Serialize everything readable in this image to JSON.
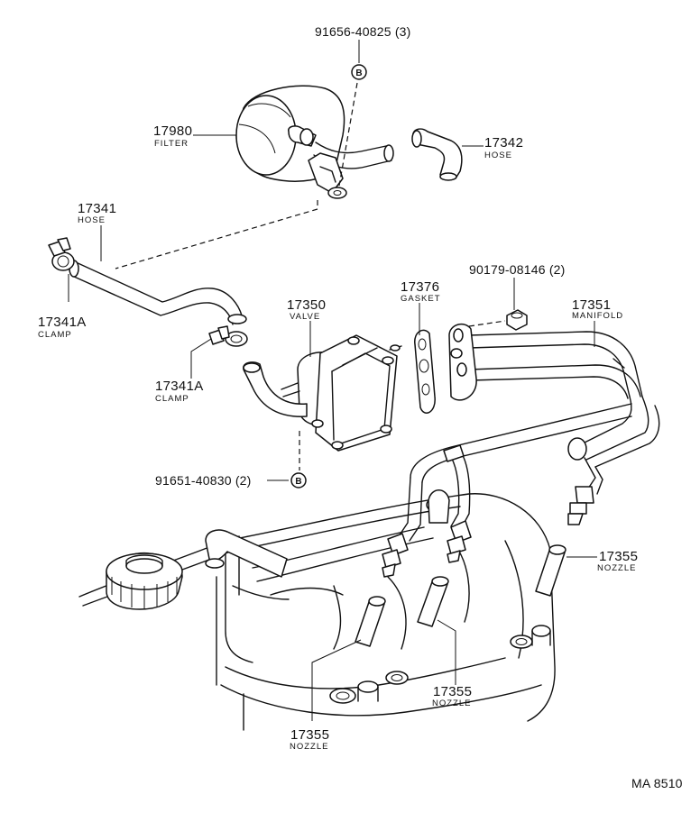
{
  "labels": {
    "bolt_top": "91656-40825 (3)",
    "filter_no": "17980",
    "filter_name": "FILTER",
    "hose2_no": "17342",
    "hose2_name": "HOSE",
    "hose1_no": "17341",
    "hose1_name": "HOSE",
    "clamp1_no": "17341A",
    "clamp1_name": "CLAMP",
    "clamp2_no": "17341A",
    "clamp2_name": "CLAMP",
    "valve_no": "17350",
    "valve_name": "VALVE",
    "gasket_no": "17376",
    "gasket_name": "GASKET",
    "nut": "90179-08146 (2)",
    "manifold_no": "17351",
    "manifold_name": "MANIFOLD",
    "bolt_bottom": "91651-40830 (2)",
    "nozzle_right_no": "17355",
    "nozzle_right_name": "NOZZLE",
    "nozzle_mid_no": "17355",
    "nozzle_mid_name": "NOZZLE",
    "nozzle_left_no": "17355",
    "nozzle_left_name": "NOZZLE",
    "marker": "B",
    "diagram_id": "MA 8510"
  }
}
